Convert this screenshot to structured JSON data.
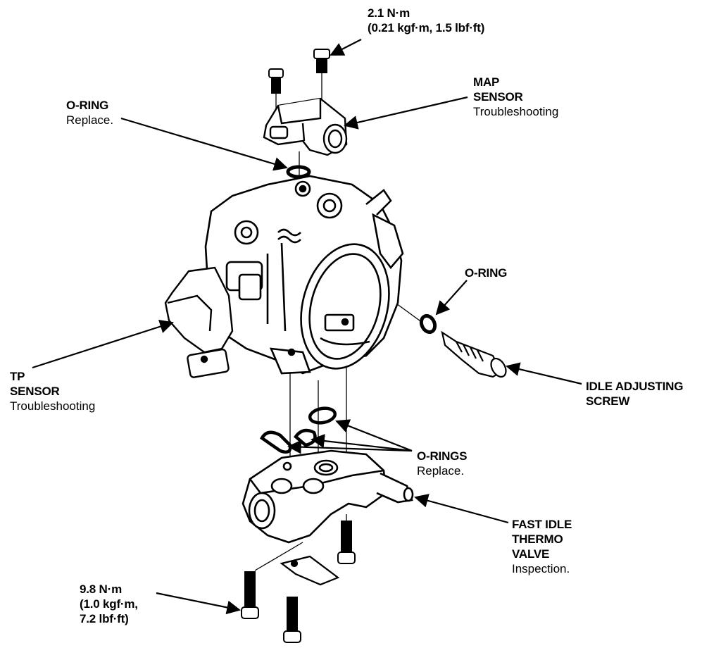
{
  "labels": {
    "top_torque": {
      "line1": "2.1 N·m",
      "line2": "(0.21 kgf·m, 1.5 lbf·ft)"
    },
    "map_sensor": {
      "line1": "MAP",
      "line2": "SENSOR",
      "line3": "Troubleshooting"
    },
    "o_ring_top": {
      "line1": "O-RING",
      "line2": "Replace."
    },
    "o_ring_right": {
      "line1": "O-RING"
    },
    "tp_sensor": {
      "line1": "TP",
      "line2": "SENSOR",
      "line3": "Troubleshooting"
    },
    "idle_screw": {
      "line1": "IDLE ADJUSTING",
      "line2": "SCREW"
    },
    "o_rings": {
      "line1": "O-RINGS",
      "line2": "Replace."
    },
    "fast_idle": {
      "line1": "FAST IDLE",
      "line2": "THERMO",
      "line3": "VALVE",
      "line4": "Inspection."
    },
    "bottom_torque": {
      "line1": "9.8 N·m",
      "line2": "(1.0 kgf·m,",
      "line3": "7.2 lbf·ft)"
    }
  }
}
